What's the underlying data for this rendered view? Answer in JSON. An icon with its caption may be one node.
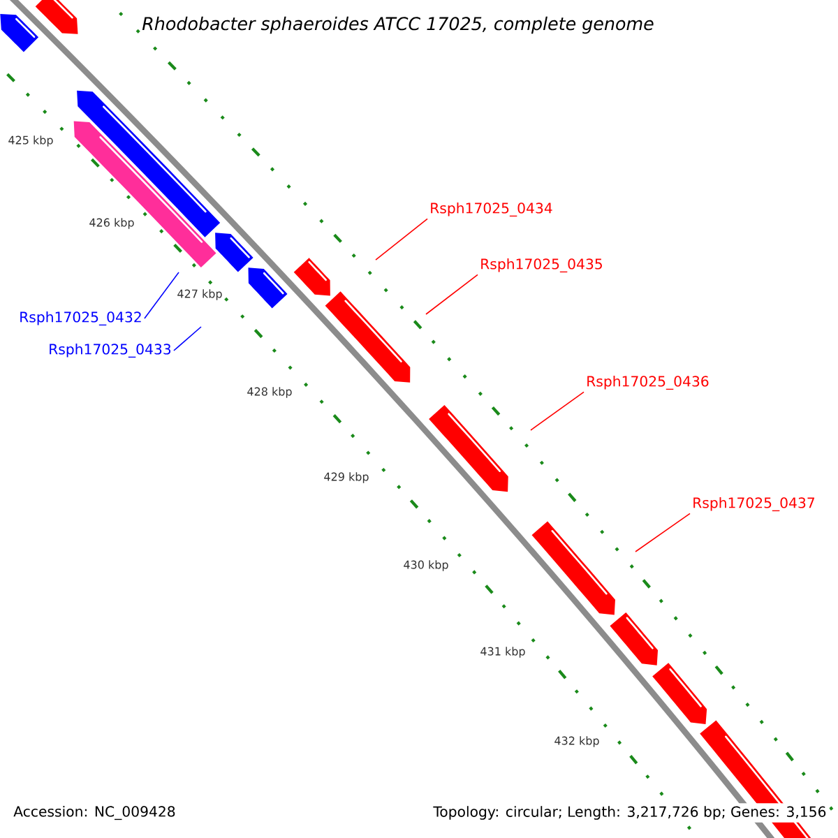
{
  "diagram": {
    "title": "Rhodobacter sphaeroides ATCC 17025, complete genome",
    "nodes": [
      {
        "text": [
          "Rsph17025_0434"
        ]
      },
      {
        "text": [
          "Rsph17025_0435"
        ]
      },
      {
        "text": [
          "Rsph17025_0432"
        ]
      },
      {
        "text": [
          "Rsph17025_0433"
        ]
      },
      {
        "text": [
          "Rsph17025_0436"
        ]
      },
      {
        "text": [
          "Rsph17025_0437"
        ]
      }
    ],
    "edges": [
      {
        "from": 0,
        "to": null,
        "arrow": "none"
      },
      {
        "from": 1,
        "to": null,
        "arrow": "none"
      },
      {
        "from": 2,
        "to": null,
        "arrow": "none",
        "color": "#0000ff"
      },
      {
        "from": 3,
        "to": null,
        "arrow": "none",
        "color": "#0000ff"
      },
      {
        "from": 4,
        "to": null,
        "arrow": "none"
      },
      {
        "from": 5,
        "to": null,
        "arrow": "none"
      }
    ],
    "labels": [
      "425 kbp",
      "426 kbp",
      "427 kbp",
      "428 kbp",
      "429 kbp",
      "430 kbp",
      "431 kbp",
      "432 kbp",
      "Accession: NC_009428",
      "Topology: circular; Length: 3,217,726 bp; Genes: 3,156"
    ]
  }
}
